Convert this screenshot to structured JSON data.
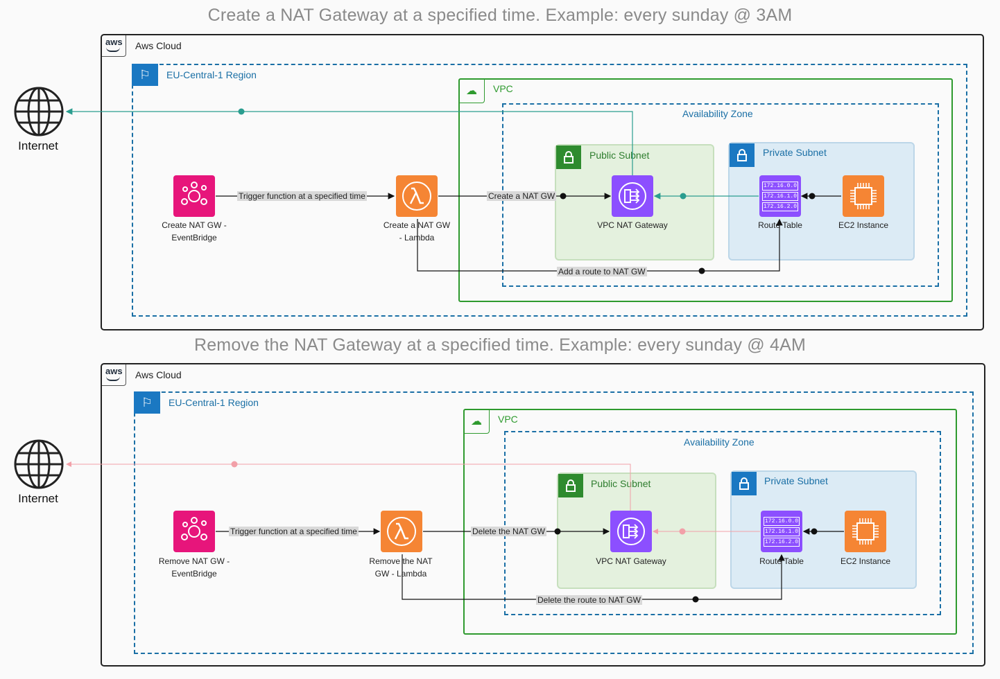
{
  "top": {
    "title": "Create a NAT Gateway at a specified time. Example: every sunday @ 3AM",
    "aws_logo": "aws",
    "cloud_label": "Aws Cloud",
    "region_label": "EU-Central-1 Region",
    "vpc_label": "VPC",
    "az_label": "Availability Zone",
    "public_subnet_label": "Public Subnet",
    "private_subnet_label": "Private Subnet",
    "internet_label": "Internet",
    "eventbridge_caption_1": "Create NAT GW -",
    "eventbridge_caption_2": "EventBridge",
    "lambda_caption_1": "Create a NAT GW",
    "lambda_caption_2": "- Lambda",
    "natgw_caption": "VPC NAT Gateway",
    "route_table_caption": "Route Table",
    "ec2_caption": "EC2 Instance",
    "edge_trigger": "Trigger function at a specified time",
    "edge_create": "Create a NAT GW",
    "edge_route": "Add a route to NAT GW",
    "route_entries": [
      "172.16.0.0",
      "172.16.1.0",
      "172.16.2.0"
    ],
    "edge_color": "#2a9d8f"
  },
  "bottom": {
    "title": "Remove the NAT Gateway at a specified time. Example: every sunday @ 4AM",
    "aws_logo": "aws",
    "cloud_label": "Aws Cloud",
    "region_label": "EU-Central-1 Region",
    "vpc_label": "VPC",
    "az_label": "Availability Zone",
    "public_subnet_label": "Public Subnet",
    "private_subnet_label": "Private Subnet",
    "internet_label": "Internet",
    "eventbridge_caption_1": "Remove NAT GW -",
    "eventbridge_caption_2": "EventBridge",
    "lambda_caption_1": "Remove the NAT",
    "lambda_caption_2": "GW - Lambda",
    "natgw_caption": "VPC NAT Gateway",
    "route_table_caption": "Route Table",
    "ec2_caption": "EC2 Instance",
    "edge_trigger": "Trigger function at a specified time",
    "edge_delete": "Delete the NAT GW",
    "edge_route": "Delete the route to NAT GW",
    "route_entries": [
      "172.16.0.0",
      "172.16.1.0",
      "172.16.2.0"
    ],
    "edge_color": "#f2a0a8"
  },
  "colors": {
    "region": "#1a6fa5",
    "vpc": "#2e9a2e",
    "eventbridge": "#e7157b",
    "lambda": "#f58534",
    "natgw": "#8c4fff",
    "ec2": "#f58534",
    "route_table": "#8c4fff"
  },
  "icons": [
    "globe-icon",
    "eventbridge-icon",
    "lambda-icon",
    "nat-gateway-icon",
    "route-table-icon",
    "ec2-icon",
    "lock-icon",
    "flag-icon",
    "vpc-cloud-icon"
  ]
}
